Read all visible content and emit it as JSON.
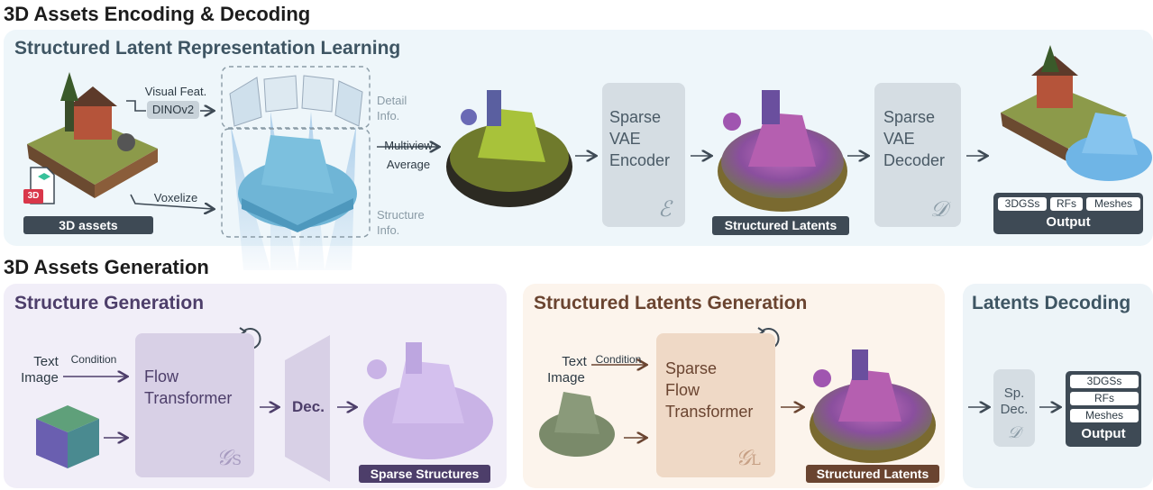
{
  "sections": {
    "encoding_title": "3D Assets Encoding & Decoding",
    "generation_title": "3D Assets Generation"
  },
  "encoding": {
    "panel_title": "Structured Latent Representation Learning",
    "assets_label": "3D assets",
    "file_badge": "3D",
    "visual_feat": "Visual Feat.",
    "dinov2": "DINOv2",
    "voxelize": "Voxelize",
    "detail_info_1": "Detail",
    "detail_info_2": "Info.",
    "structure_info_1": "Structure",
    "structure_info_2": "Info.",
    "multiview_1": "Multiview",
    "multiview_2": "Average",
    "encoder_lines": [
      "Sparse",
      "VAE",
      "Encoder"
    ],
    "encoder_symbol": "ℰ",
    "structured_latents": "Structured Latents",
    "decoder_lines": [
      "Sparse",
      "VAE",
      "Decoder"
    ],
    "decoder_symbol": "𝒟",
    "outputs": [
      "3DGSs",
      "RFs",
      "Meshes"
    ],
    "output_label": "Output"
  },
  "structure_gen": {
    "panel_title": "Structure Generation",
    "text": "Text",
    "image": "Image",
    "condition": "Condition",
    "flow_lines": [
      "Flow",
      "Transformer"
    ],
    "flow_symbol": "𝒢",
    "flow_sub": "S",
    "dec": "Dec.",
    "sparse_structures": "Sparse Structures"
  },
  "latent_gen": {
    "panel_title": "Structured Latents Generation",
    "text": "Text",
    "image": "Image",
    "condition": "Condition",
    "flow_lines": [
      "Sparse",
      "Flow",
      "Transformer"
    ],
    "flow_symbol": "𝒢",
    "flow_sub": "L",
    "structured_latents": "Structured Latents"
  },
  "decoding": {
    "panel_title": "Latents Decoding",
    "sp_lines": [
      "Sp.",
      "Dec."
    ],
    "sp_symbol": "𝒟",
    "outputs": [
      "3DGSs",
      "RFs",
      "Meshes"
    ],
    "output_label": "Output"
  },
  "colors": {
    "encoding_panel": "#eef6fa",
    "structure_panel": "#f1eef8",
    "latent_panel": "#fcf4ec",
    "decoding_panel": "#edf4f8",
    "gray_box": "#d5dde3",
    "purple_box": "#d8d0e6",
    "peach_box": "#efd9c6",
    "dark_tag": "#3e4a55",
    "purple_tag": "#4d3e6a",
    "brown_tag": "#6a4430"
  }
}
